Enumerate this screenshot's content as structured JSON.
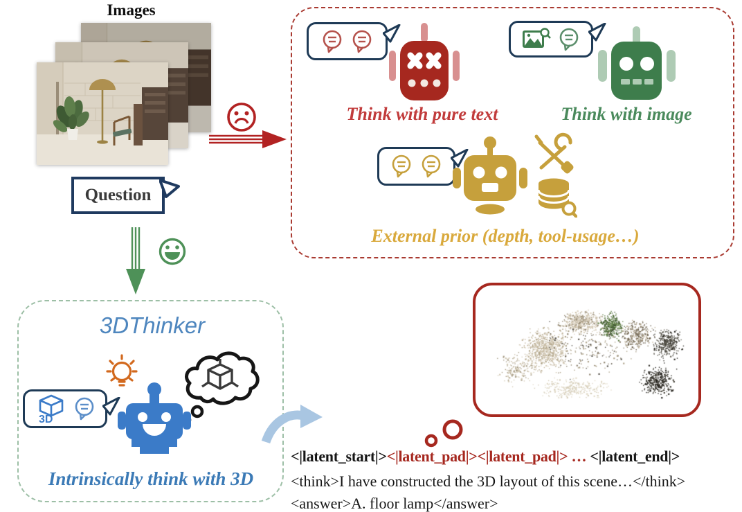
{
  "colors": {
    "red": "#A6281F",
    "red_soft": "#D89090",
    "red_text": "#C13B3B",
    "red_dash": "#A93A31",
    "green": "#3E7D4C",
    "green_soft": "#AECBB4",
    "green_text": "#4A8A5C",
    "green_arrow": "#4E9158",
    "green_dash": "#9DBFA6",
    "gold": "#C6A03C",
    "gold_text": "#D9A93C",
    "blue": "#3B7BC8",
    "blue_title": "#4E86BE",
    "blue_caption": "#3B7AB6",
    "navy": "#1E3A56",
    "flow_blue": "#A9C6E2",
    "orange": "#D2691E",
    "ink": "#161616"
  },
  "input_group": {
    "images_label": "Images",
    "question_label": "Question"
  },
  "baseline_panel": {
    "method_pure_text": "Think with pure text",
    "method_image": "Think with image",
    "method_external": "External prior (depth, tool-usage…)"
  },
  "thinker_panel": {
    "title": "3DThinker",
    "caption": "Intrinsically think with 3D",
    "cube_badge": "3D"
  },
  "output": {
    "latent_start": "<|latent_start|>",
    "latent_pads": "<|latent_pad|><|latent_pad|> …",
    "latent_end": " <|latent_end|>",
    "think_line": "<think>I have constructed the 3D layout of this scene…</think>",
    "answer_line": "<answer>A. floor lamp</answer>"
  },
  "icons": {
    "chat_icon": "speech-balloon-with-lines",
    "image_search_icon": "photo-with-magnifier",
    "tools_icon": "crossed-wrench-and-screwdriver",
    "database_search_icon": "database-with-magnifier",
    "cube_3d_icon": "3d-cube-wireframe",
    "lightbulb_icon": "glowing-idea-bulb",
    "thought_cloud_icon": "thought-bubble-with-3d-cube",
    "sad_face_icon": "sad-emoji",
    "happy_face_icon": "smiling-emoji",
    "robot_icons": "dead-red-robot, green-robot, gold-robot, blue-smiling-robot"
  }
}
